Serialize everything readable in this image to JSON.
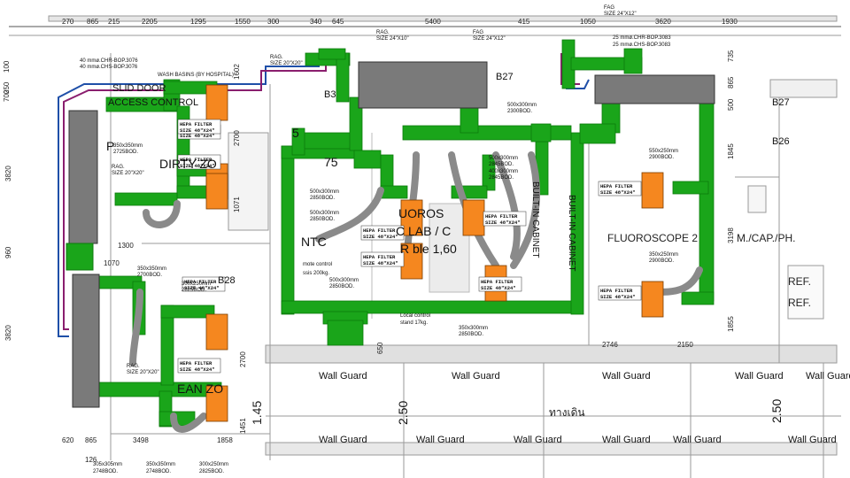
{
  "colors": {
    "duct": "#1aa51a",
    "duct_dark": "#0c7a0c",
    "filter": "#f5871f",
    "ahu": "#7a7a7a",
    "flex": "#8a8a8a",
    "pipe_blue": "#1f4fa8",
    "pipe_purple": "#8a1e6e",
    "wall": "#9a9a9a"
  },
  "top_dims": [
    "270",
    "865",
    "215",
    "2205",
    "1295",
    "1550",
    "300",
    "340",
    "645",
    "5400",
    "415",
    "1050",
    "3620",
    "1930"
  ],
  "left_dims": [
    "100",
    "250",
    "700",
    "3820",
    "960",
    "3820"
  ],
  "bottom_dims": [
    "620",
    "865",
    "3498",
    "1858",
    "126"
  ],
  "bottom_labels": [
    {
      "a": "305x305mm",
      "b": "2748BOD."
    },
    {
      "a": "350x350mm",
      "b": "2748BOD."
    },
    {
      "a": "300x250mm",
      "b": "2825BOD."
    }
  ],
  "pipes": [
    {
      "a": "40 mmø.CHR-BOP.3076"
    },
    {
      "a": "40 mmø.CHS-BOP.3076"
    },
    {
      "a": "25 mmø.CHR-BOP.3083"
    },
    {
      "a": "25 mmø.CHS-BOP.3083"
    }
  ],
  "rag_tags": [
    {
      "a": "RAG.",
      "b": "SIZE 20\"X20\""
    },
    {
      "a": "RAG.",
      "b": "SIZE 24\"X10\""
    },
    {
      "a": "FAG",
      "b": "SIZE 24\"X12\""
    },
    {
      "a": "FAG",
      "b": "SIZE 24\"X12\""
    },
    {
      "a": "RAG.",
      "b": "SIZE 20\"X20\""
    },
    {
      "a": "RAG.",
      "b": "SIZE 20\"X20\""
    }
  ],
  "hepa": {
    "a": "HEPA FILTER",
    "b": "SIZE 48\"X24\""
  },
  "room_labels": {
    "slid": "SLID DOOR",
    "access": "ACCESS CONTROL",
    "dirty": "DIRTY ZO",
    "clean": "EAN ZO",
    "fluoro1a": "UOROS",
    "fluoro1b": "C LAB / C",
    "fluoro1c": "R ble 1,60",
    "fluoro2": "FLUOROSCOPE 2",
    "builtin1": "BUILT-IN CABINET",
    "builtin2": "BUILT-IN CABINET",
    "mcap": "M./CAP./PH.",
    "ref1": "REF.",
    "ref2": "REF.",
    "thai": "ทางเดิน",
    "wash": "WASH BASINS (BY HOSPITAL)",
    "local": "Local control",
    "stand": "stand 17kg.",
    "remote1": "mote control",
    "remote2": "ssis 200kg."
  },
  "grid_tags": {
    "b27a": "B27",
    "b27b": "B27",
    "b26": "B26",
    "b28": "B28",
    "b3": "B3",
    "n75": "75",
    "nt": "NTC",
    "n5": "5",
    "pb": "P"
  },
  "duct_labels": [
    {
      "a": "350x350mm",
      "b": "2725BOD."
    },
    {
      "a": "350x350mm",
      "b": "2700BOD."
    },
    {
      "a": "300x250mm",
      "b": "2825BOD."
    },
    {
      "a": "500x300mm",
      "b": "2850BOD."
    },
    {
      "a": "500x300mm",
      "b": "2850BOD."
    },
    {
      "a": "500x300mm",
      "b": "2845BOD."
    },
    {
      "a": "400x300mm",
      "b": "2845BOD."
    },
    {
      "a": "500x300mm",
      "b": "2300BOD."
    },
    {
      "a": "550x250mm",
      "b": "2900BOD."
    },
    {
      "a": "350x250mm",
      "b": "2900BOD."
    },
    {
      "a": "500x300mm",
      "b": "2850BOD."
    },
    {
      "a": "350x300mm",
      "b": "2850BOD."
    }
  ],
  "side_dims": [
    "1602",
    "2700",
    "1071",
    "1300",
    "1070",
    "2700",
    "1451",
    "650",
    "1845",
    "3198",
    "1855",
    "2746",
    "2150",
    "735",
    "865",
    "500",
    "1.45"
  ],
  "wall_guard": "Wall Guard",
  "level": "2.50"
}
